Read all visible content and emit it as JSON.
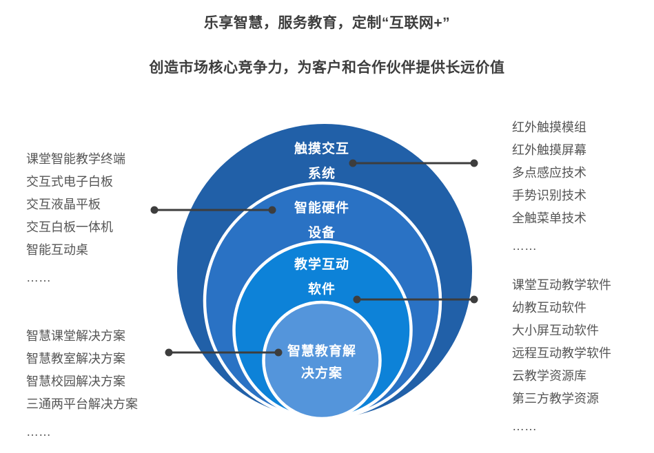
{
  "title": {
    "line1": "乐享智慧，服务教育，定制“互联网+”",
    "line2": "创造市场核心竞争力，为客户和合作伙伴提供长远价值"
  },
  "colors": {
    "title_text": "#3d3d3d",
    "list_text": "#555555",
    "connector": "#3d3d3d",
    "ring_divider": "#ffffff",
    "ring_label_text": "#ffffff"
  },
  "diagram": {
    "rings": [
      {
        "label_line1": "触摸交互",
        "label_line2": "系统",
        "color": "#2160a8"
      },
      {
        "label_line1": "智能硬件",
        "label_line2": "设备",
        "color": "#2a72c4"
      },
      {
        "label_line1": "教学互动",
        "label_line2": "软件",
        "color": "#0d82d8"
      },
      {
        "label_line1": "智慧教育解",
        "label_line2": "决方案",
        "color": "#5495db"
      }
    ]
  },
  "lists": {
    "left_top": [
      "课堂智能教学终端",
      "交互式电子白板",
      "交互液晶平板",
      "交互白板一体机",
      "智能互动桌",
      "……"
    ],
    "left_bottom": [
      "智慧课堂解决方案",
      "智慧教室解决方案",
      "智慧校园解决方案",
      "三通两平台解决方案",
      "……"
    ],
    "right_top": [
      "红外触摸模组",
      "红外触摸屏幕",
      "多点感应技术",
      "手势识别技术",
      "全触菜单技术",
      "……"
    ],
    "right_bottom": [
      "课堂互动教学软件",
      "幼教互动软件",
      "大小屏互动软件",
      "远程互动教学软件",
      "云教学资源库",
      "第三方教学资源",
      "……"
    ]
  }
}
